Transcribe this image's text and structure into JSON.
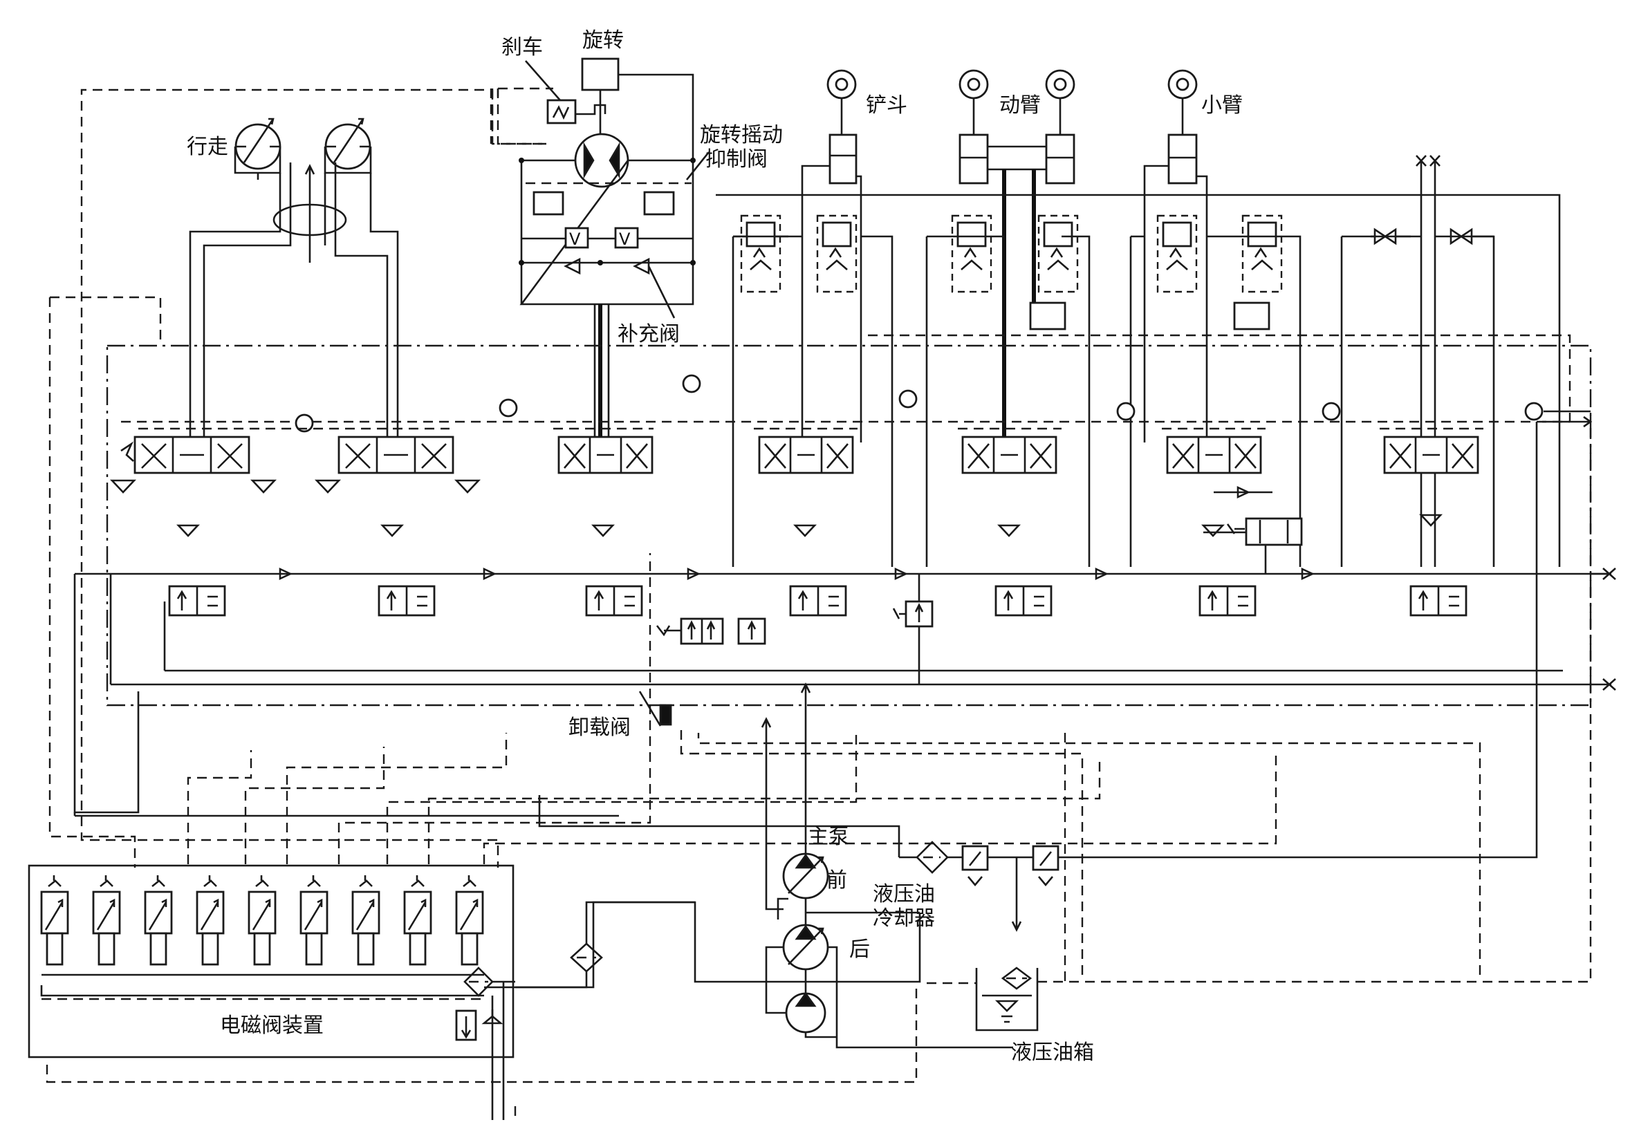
{
  "labels": {
    "brake": "刹车",
    "swing": "旋转",
    "travel": "行走",
    "swing_damper_valve_line1": "旋转摇动",
    "swing_damper_valve_line2": "抑制阀",
    "makeup_valve": "补充阀",
    "bucket": "铲斗",
    "boom": "动臂",
    "arm": "小臂",
    "unload_valve": "卸载阀",
    "main_pump": "主泵",
    "pump_front": "前",
    "pump_rear": "后",
    "oil_cooler_line1": "液压油",
    "oil_cooler_line2": "冷却器",
    "solenoid_unit": "电磁阀装置",
    "oil_tank": "液压油箱"
  }
}
